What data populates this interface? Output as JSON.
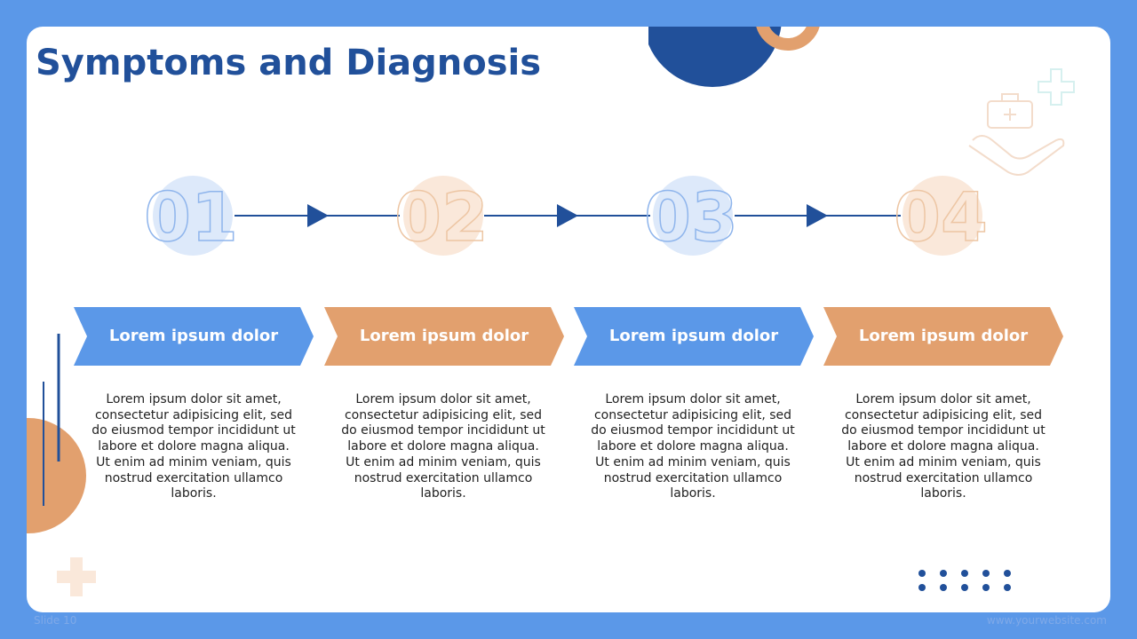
{
  "slide": {
    "title": "Symptoms and Diagnosis",
    "footer_left": "Slide 10",
    "footer_right": "www.yourwebsite.com"
  },
  "colors": {
    "background": "#5b98e8",
    "primary_dark": "#21509a",
    "blue": "#5b98e8",
    "orange": "#e2a06e",
    "light_blue": "#dde9fa",
    "light_orange": "#fae8da"
  },
  "steps": [
    {
      "number": "01",
      "label": "Lorem ipsum dolor",
      "text": "Lorem ipsum dolor sit amet, consectetur adipisicing elit, sed do eiusmod tempor incididunt ut labore et dolore magna aliqua. Ut enim ad minim veniam, quis nostrud exercitation ullamco laboris.",
      "color": "blue"
    },
    {
      "number": "02",
      "label": "Lorem ipsum dolor",
      "text": "Lorem ipsum dolor sit amet, consectetur adipisicing elit, sed do eiusmod tempor incididunt ut labore et dolore magna aliqua. Ut enim ad minim veniam, quis nostrud exercitation ullamco laboris.",
      "color": "orange"
    },
    {
      "number": "03",
      "label": "Lorem ipsum dolor",
      "text": "Lorem ipsum dolor sit amet, consectetur adipisicing elit, sed do eiusmod tempor incididunt ut labore et dolore magna aliqua. Ut enim ad minim veniam, quis nostrud exercitation ullamco laboris.",
      "color": "blue"
    },
    {
      "number": "04",
      "label": "Lorem ipsum dolor",
      "text": "Lorem ipsum dolor sit amet, consectetur adipisicing elit, sed do eiusmod tempor incididunt ut labore et dolore magna aliqua. Ut enim ad minim veniam, quis nostrud exercitation ullamco laboris.",
      "color": "orange"
    }
  ],
  "icons": {
    "top_right": "medical-kit-hand-icon",
    "plus": "plus-icon",
    "arrow": "arrow-right-icon"
  }
}
